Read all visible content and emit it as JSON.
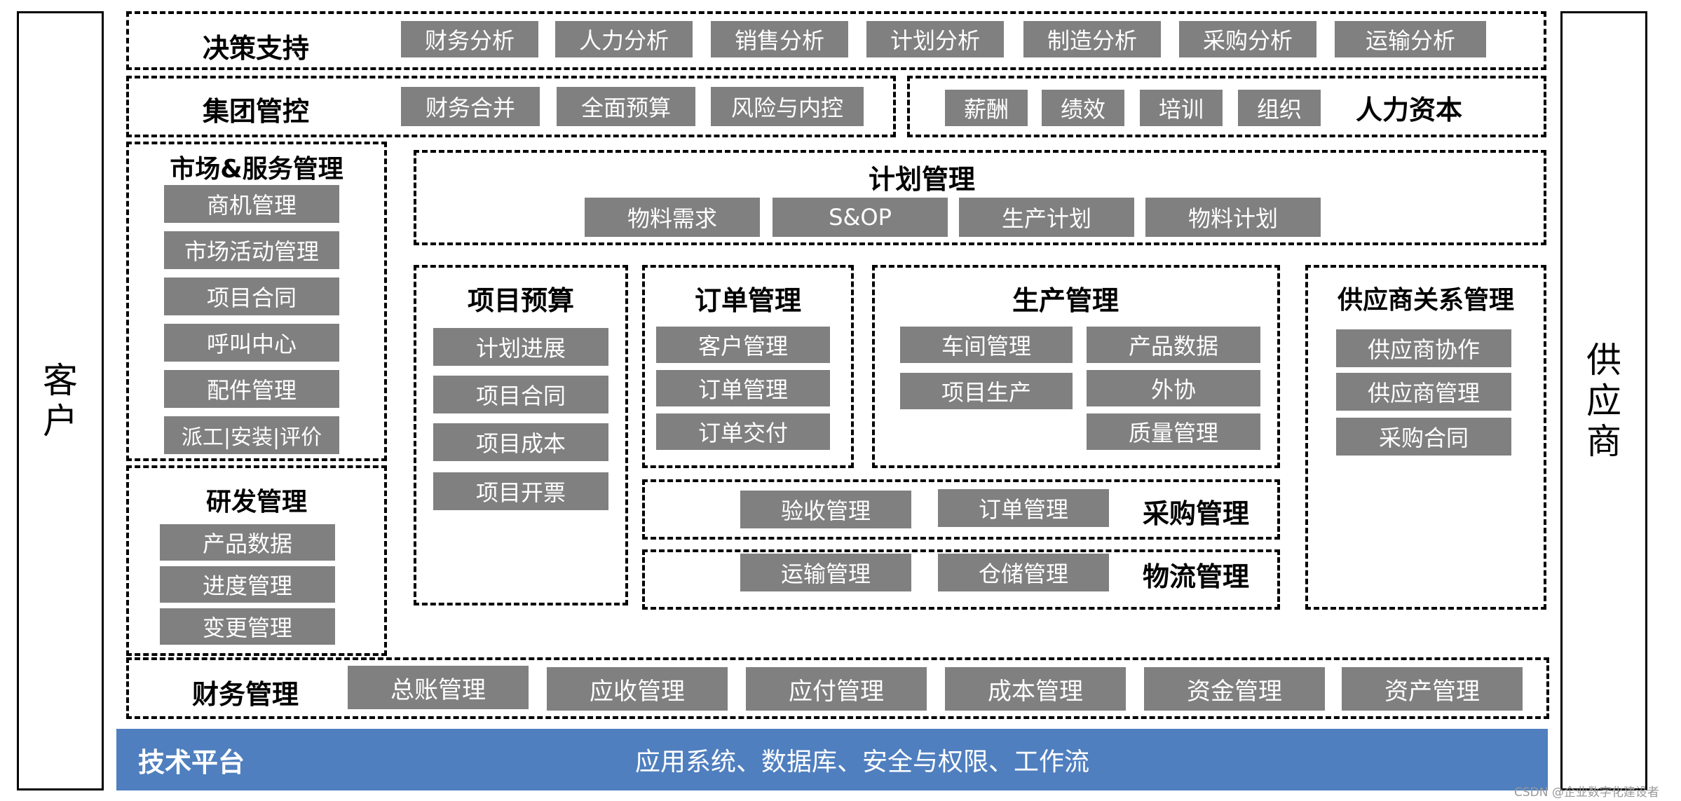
{
  "customer": "客户",
  "supplier": "供应商",
  "decision": {
    "title": "决策支持",
    "items": [
      "财务分析",
      "人力分析",
      "销售分析",
      "计划分析",
      "制造分析",
      "采购分析",
      "运输分析"
    ]
  },
  "group": {
    "title": "集团管控",
    "items": [
      "财务合并",
      "全面预算",
      "风险与内控"
    ]
  },
  "hr": {
    "title": "人力资本",
    "items": [
      "薪酬",
      "绩效",
      "培训",
      "组织"
    ]
  },
  "market": {
    "title": "市场&服务管理",
    "items": [
      "商机管理",
      "市场活动管理",
      "项目合同",
      "呼叫中心",
      "配件管理",
      "派工|安装|评价"
    ]
  },
  "rd": {
    "title": "研发管理",
    "items": [
      "产品数据",
      "进度管理",
      "变更管理"
    ]
  },
  "plan": {
    "title": "计划管理",
    "items": [
      "物料需求",
      "S&OP",
      "生产计划",
      "物料计划"
    ]
  },
  "project": {
    "title": "项目预算",
    "items": [
      "计划进展",
      "项目合同",
      "项目成本",
      "项目开票"
    ]
  },
  "order": {
    "title": "订单管理",
    "items": [
      "客户管理",
      "订单管理",
      "订单交付"
    ]
  },
  "production": {
    "title": "生产管理",
    "items": [
      "车间管理",
      "项目生产",
      "产品数据",
      "外协",
      "质量管理"
    ]
  },
  "srm": {
    "title": "供应商关系管理",
    "items": [
      "供应商协作",
      "供应商管理",
      "采购合同"
    ]
  },
  "purchase": {
    "title": "采购管理",
    "items": [
      "验收管理",
      "订单管理"
    ]
  },
  "logistics": {
    "title": "物流管理",
    "items": [
      "运输管理",
      "仓储管理"
    ]
  },
  "finance": {
    "title": "财务管理",
    "items": [
      "总账管理",
      "应收管理",
      "应付管理",
      "成本管理",
      "资金管理",
      "资产管理"
    ]
  },
  "platform": {
    "title": "技术平台",
    "desc": "应用系统、数据库、安全与权限、工作流"
  },
  "watermark": "CSDN @企业数字化建设者",
  "colors": {
    "module_gray": "#808080",
    "platform_blue": "#4f7fbf"
  }
}
